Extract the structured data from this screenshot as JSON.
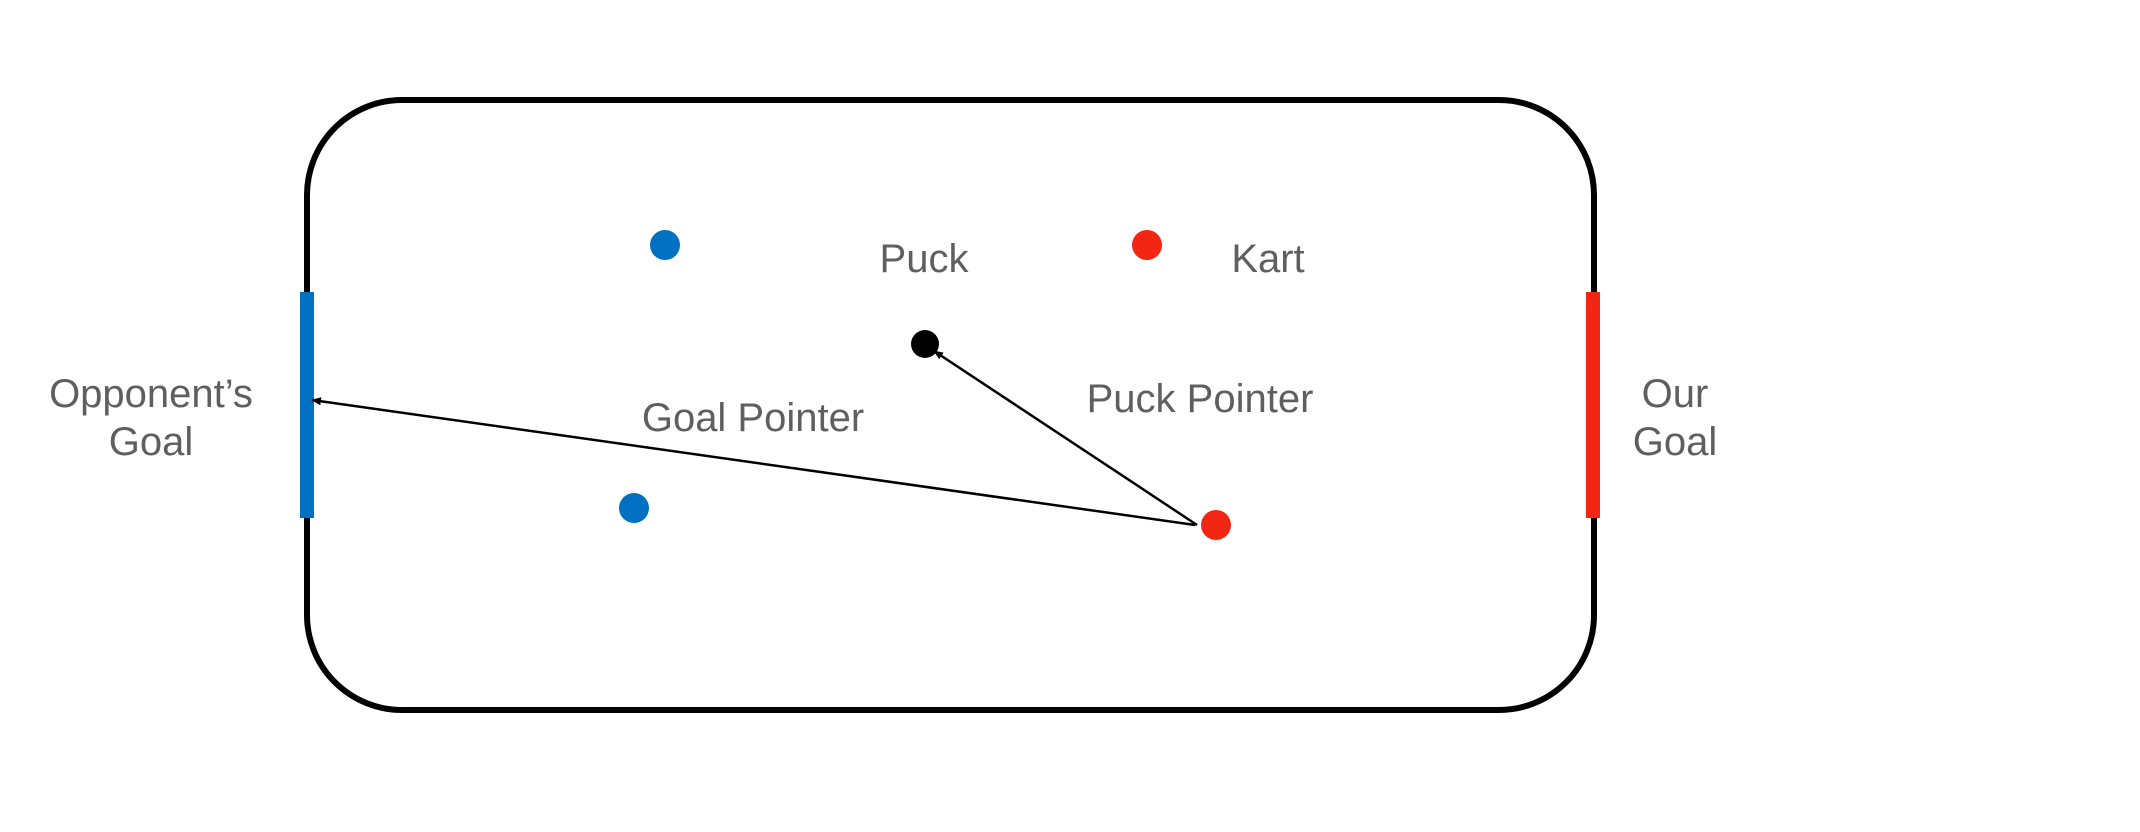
{
  "labels": {
    "puck": "Puck",
    "kart": "Kart",
    "puck_pointer": "Puck Pointer",
    "goal_pointer": "Goal Pointer",
    "opponent_goal_line1": "Opponent’s",
    "opponent_goal_line2": "Goal",
    "our_goal_line1": "Our",
    "our_goal_line2": "Goal"
  },
  "colors": {
    "rink_border": "#000000",
    "opponent": "#0070c0",
    "own_team": "#f22613",
    "puck": "#000000",
    "text": "#5f5f5f",
    "arrow": "#000000"
  }
}
